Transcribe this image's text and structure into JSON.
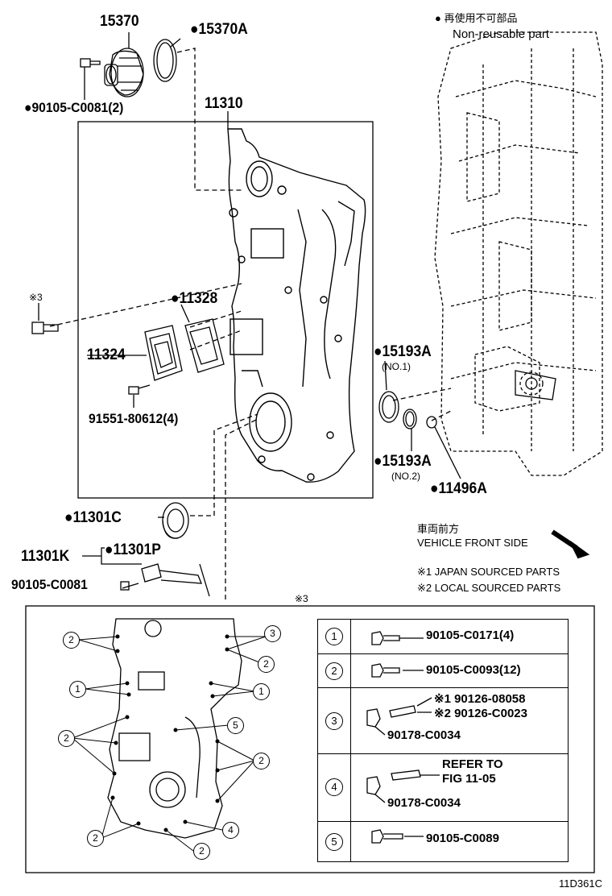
{
  "legend": {
    "jp_title": "● 再使用不可部品",
    "en_title": "Non-reusable part"
  },
  "direction": {
    "jp": "車両前方",
    "en": "VEHICLE FRONT SIDE"
  },
  "notes": {
    "japan": "※1 JAPAN SOURCED PARTS",
    "local": "※2 LOCAL SOURCED PARTS",
    "ref_mark_top": "※3",
    "ref_mark_left": "※3"
  },
  "parts": {
    "p15370": "15370",
    "p15370a": "●15370A",
    "p90105_c0081_2": "●90105-C0081(2)",
    "p11310": "11310",
    "p11328": "●11328",
    "p11324": "11324",
    "p91551": "91551-80612(4)",
    "p15193a_1": "●15193A",
    "p15193a_1_sub": "(NO.1)",
    "p15193a_2": "●15193A",
    "p15193a_2_sub": "(NO.2)",
    "p11496a": "●11496A",
    "p11301c": "●11301C",
    "p11301k": "11301K",
    "p11301p": "●11301P",
    "p90105_c0081": "90105-C0081"
  },
  "bolt_table": [
    {
      "num": "1",
      "lines": [
        "90105-C0171(4)"
      ]
    },
    {
      "num": "2",
      "lines": [
        "90105-C0093(12)"
      ]
    },
    {
      "num": "3",
      "lines": [
        "※1 90126-08058",
        "※2 90126-C0023",
        "90178-C0034"
      ]
    },
    {
      "num": "4",
      "lines": [
        "REFER TO",
        "FIG 11-05",
        "90178-C0034"
      ]
    },
    {
      "num": "5",
      "lines": [
        "90105-C0089"
      ]
    }
  ],
  "callouts": [
    "2",
    "3",
    "2",
    "1",
    "1",
    "5",
    "2",
    "2",
    "2",
    "4",
    "2"
  ],
  "figure_code": "11D361C"
}
